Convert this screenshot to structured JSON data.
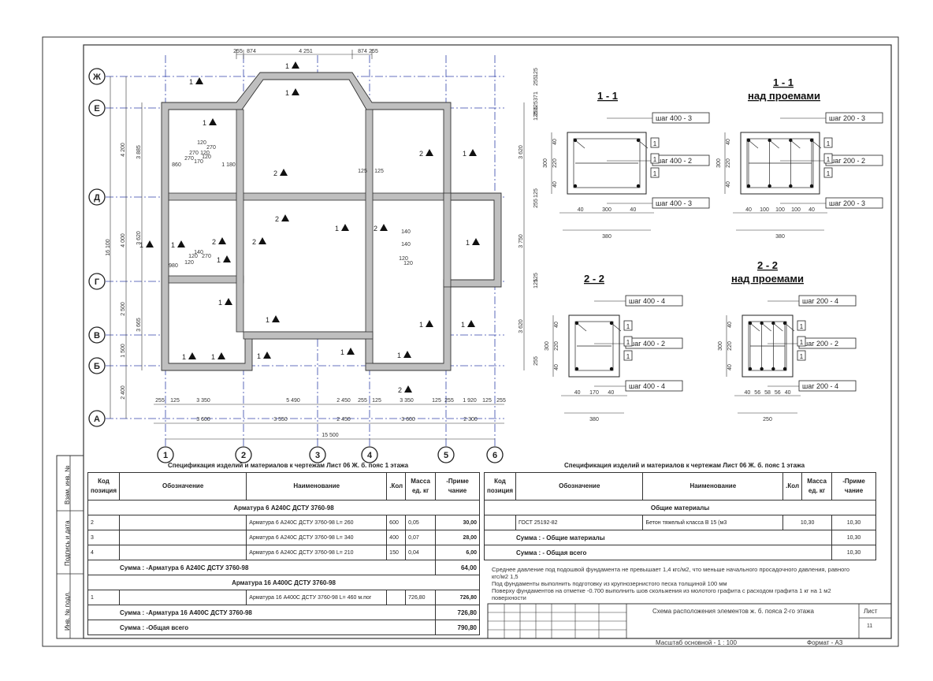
{
  "plan": {
    "axes_letters": [
      "Ж",
      "Е",
      "Д",
      "Г",
      "В",
      "Б",
      "А"
    ],
    "axes_numbers": [
      "1",
      "2",
      "3",
      "4",
      "5",
      "6"
    ],
    "top_dims": [
      "255",
      "874",
      "4 251",
      "874",
      "255"
    ],
    "bottom_dims_1": [
      "255",
      "125",
      "3 350",
      "5 490",
      "2 450",
      "255",
      "125",
      "3 350",
      "125",
      "255",
      "1 920",
      "125",
      "255"
    ],
    "bottom_dims_2": [
      "3 600",
      "3 550",
      "2 450",
      "3 600",
      "2 300"
    ],
    "total_width": "15 500",
    "left_dims_outer": [
      "4 200",
      "4 000",
      "2 500",
      "1 500",
      "2 400"
    ],
    "left_total": "16 100",
    "left_dims_inner": [
      "3 885",
      "3 620",
      "3 665"
    ],
    "right_dims": [
      "3 620",
      "3 750",
      "3 620"
    ],
    "right_small": [
      "125",
      "255",
      "371",
      "125",
      "255",
      "125",
      "125",
      "255",
      "125",
      "125",
      "255"
    ],
    "markers": [
      "1",
      "2",
      "2",
      "1",
      "2",
      "2",
      "1",
      "1",
      "2",
      "2",
      "1",
      "1",
      "1",
      "1",
      "1",
      "1",
      "1",
      "1",
      "1",
      "1",
      "1",
      "1",
      "2",
      "1",
      "1",
      "1"
    ],
    "local_dims": [
      "860",
      "1 180",
      "120",
      "270",
      "270",
      "120",
      "270",
      "120",
      "170",
      "140",
      "120",
      "270",
      "980",
      "120",
      "125",
      "125",
      "140",
      "120",
      "140",
      "120"
    ]
  },
  "sections": [
    {
      "title": "1 - 1",
      "subtitle": "",
      "dims_left": [
        "40",
        "220",
        "40"
      ],
      "total_h": "300",
      "dims_bottom": [
        "40",
        "300",
        "40"
      ],
      "total_w": "380",
      "labels": [
        "шаг 400 - 3",
        "шаг 400 - 2",
        "шаг 400 - 3"
      ],
      "marks": [
        "1",
        "1",
        "1"
      ]
    },
    {
      "title": "1 - 1",
      "subtitle": "над проемами",
      "dims_left": [
        "40",
        "220",
        "40"
      ],
      "total_h": "300",
      "dims_bottom": [
        "40",
        "100",
        "100",
        "100",
        "40"
      ],
      "total_w": "380",
      "labels": [
        "шаг 200 - 3",
        "шаг 200 - 2",
        "шаг 200 - 3"
      ],
      "marks": [
        "1",
        "1",
        "1"
      ]
    },
    {
      "title": "2 - 2",
      "subtitle": "",
      "dims_left": [
        "40",
        "220",
        "40"
      ],
      "total_h": "300",
      "dims_bottom": [
        "40",
        "170",
        "40"
      ],
      "total_w": "380",
      "labels": [
        "шаг 400 - 4",
        "шаг 400 - 2",
        "шаг 400 - 4"
      ],
      "marks": [
        "1",
        "1",
        "1"
      ]
    },
    {
      "title": "2 - 2",
      "subtitle": "над проемами",
      "dims_left": [
        "40",
        "220",
        "40"
      ],
      "total_h": "300",
      "dims_bottom": [
        "40",
        "56",
        "58",
        "56",
        "40"
      ],
      "total_w": "250",
      "labels": [
        "шаг 200 - 4",
        "шаг 200 - 2",
        "шаг 200 - 4"
      ],
      "marks": [
        "1",
        "1",
        "1"
      ]
    }
  ],
  "spec_left": {
    "title": "Спецификация изделий и материалов к чертежам Лист 06 Ж. б. пояс 1 этажа",
    "headers": [
      "Код позиция",
      "Обозначение",
      "Наименование",
      ".Кол",
      "Масса ед. кг",
      "-Приме чание"
    ],
    "group1": "Арматура  6 А240С ДСТУ 3760-98",
    "rows1": [
      {
        "pos": "2",
        "name": "Арматура  6 А240С ДСТУ 3760-98  L= 260",
        "qty": "600",
        "mass": "0,05",
        "note": "30,00"
      },
      {
        "pos": "3",
        "name": "Арматура  6 А240С ДСТУ 3760-98  L= 340",
        "qty": "400",
        "mass": "0,07",
        "note": "28,00"
      },
      {
        "pos": "4",
        "name": "Арматура  6 А240С ДСТУ 3760-98  L= 210",
        "qty": "150",
        "mass": "0,04",
        "note": "6,00"
      }
    ],
    "sum1_label": "Сумма : -Арматура  6 А240С ДСТУ 3760-98",
    "sum1_value": "64,00",
    "group2": "Арматура  16 А400С ДСТУ 3760-98",
    "rows2": [
      {
        "pos": "1",
        "name": "Арматура  16 А400С ДСТУ 3760-98  L= 460 м.пог",
        "qty": "",
        "mass": "726,80",
        "note": "726,80"
      }
    ],
    "sum2_label": "Сумма : -Арматура  16 А400С ДСТУ 3760-98",
    "sum2_value": "726,80",
    "total_label": "Сумма : -Общая всего",
    "total_value": "790,80"
  },
  "spec_right": {
    "title": "Спецификация изделий и материалов к чертежам Лист 06 Ж. б. пояс 1 этажа",
    "headers": [
      "Код позиция",
      "Обозначение",
      "Наименование",
      ".Кол",
      "Масса ед. кг",
      "-Приме чание"
    ],
    "group1": "Общие материалы",
    "row": {
      "pos": "",
      "code": "ГОСТ 25192-82",
      "name": "Бетон тяжелый класса В 15 (м3",
      "qty": "10,30",
      "note": "10,30"
    },
    "sum1_label": "Сумма : - Общие материалы",
    "sum1_value": "10,30",
    "total_label": "Сумма : - Общая всего",
    "total_value": "10,30"
  },
  "notes": [
    "Среднее давление под подошвой фундамента не превышает 1,4 кгс/м2, что меньше начального просадочного давления, равного",
    "кгс/м2 1,5",
    "Под фундаменты выполнить подготовку из крупнозернистого песка толщиной 100 мм",
    "Поверху фундаментов на отметке -0.700 выполнить шов скольжения из молотого графита с расходом графита 1 кг на 1 м2",
    "поверхности"
  ],
  "stamp": {
    "title": "Схема расположения элементов ж. б. пояса 2-го этажа",
    "sheet_label": "Лист",
    "sheet_no": "11",
    "scale": "Масштаб основной - 1 : 100",
    "format": "Формат - А3"
  },
  "sidebar": [
    "Инв. № подл.",
    "Подпись и дата",
    "Взам. инв. №"
  ],
  "colors": {
    "line": "#333333",
    "axis": "#3344aa",
    "wall": "#bfbfbf",
    "marker": "#111111"
  }
}
